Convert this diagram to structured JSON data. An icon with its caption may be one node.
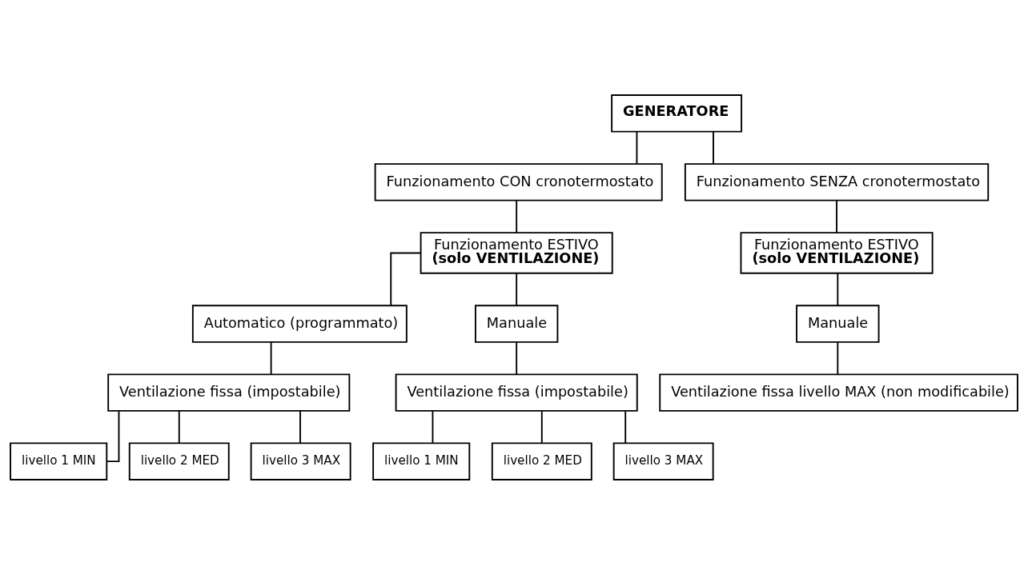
{
  "diagram": {
    "nodes": [
      {
        "text": [
          "GENERATORE"
        ]
      },
      {
        "text": [
          "Funzionamento CON cronotermostato"
        ]
      },
      {
        "text": [
          "Funzionamento SENZA cronotermostato"
        ]
      },
      {
        "text": [
          "Funzionamento ESTIVO",
          "(solo VENTILAZIONE)"
        ]
      },
      {
        "text": [
          "Funzionamento ESTIVO",
          "(solo VENTILAZIONE)"
        ]
      },
      {
        "text": [
          "Automatico (programmato)"
        ]
      },
      {
        "text": [
          "Manuale"
        ]
      },
      {
        "text": [
          "Manuale"
        ]
      },
      {
        "text": [
          "Ventilazione fissa (impostabile)"
        ]
      },
      {
        "text": [
          "Ventilazione fissa (impostabile)"
        ]
      },
      {
        "text": [
          "Ventilazione fissa livello MAX (non modificabile)"
        ]
      },
      {
        "text": [
          "livello 1 MIN"
        ]
      },
      {
        "text": [
          "livello 2 MED"
        ]
      },
      {
        "text": [
          "livello 3 MAX"
        ]
      },
      {
        "text": [
          "livello 1 MIN"
        ]
      },
      {
        "text": [
          "livello 2 MED"
        ]
      },
      {
        "text": [
          "livello 3 MAX"
        ]
      }
    ],
    "edges": [
      {
        "from": 0,
        "to": 1,
        "arrow": "none"
      },
      {
        "from": 0,
        "to": 2,
        "arrow": "none"
      },
      {
        "from": 1,
        "to": 3,
        "arrow": "none"
      },
      {
        "from": 2,
        "to": 4,
        "arrow": "none"
      },
      {
        "from": 3,
        "to": 5,
        "arrow": "none"
      },
      {
        "from": 3,
        "to": 6,
        "arrow": "none"
      },
      {
        "from": 4,
        "to": 7,
        "arrow": "none"
      },
      {
        "from": 5,
        "to": 8,
        "arrow": "none"
      },
      {
        "from": 6,
        "to": 9,
        "arrow": "none"
      },
      {
        "from": 7,
        "to": 10,
        "arrow": "none"
      },
      {
        "from": 8,
        "to": 11,
        "arrow": "none"
      },
      {
        "from": 8,
        "to": 12,
        "arrow": "none"
      },
      {
        "from": 8,
        "to": 13,
        "arrow": "none"
      },
      {
        "from": 9,
        "to": 14,
        "arrow": "none"
      },
      {
        "from": 9,
        "to": 15,
        "arrow": "none"
      },
      {
        "from": 9,
        "to": 16,
        "arrow": "none"
      }
    ]
  }
}
